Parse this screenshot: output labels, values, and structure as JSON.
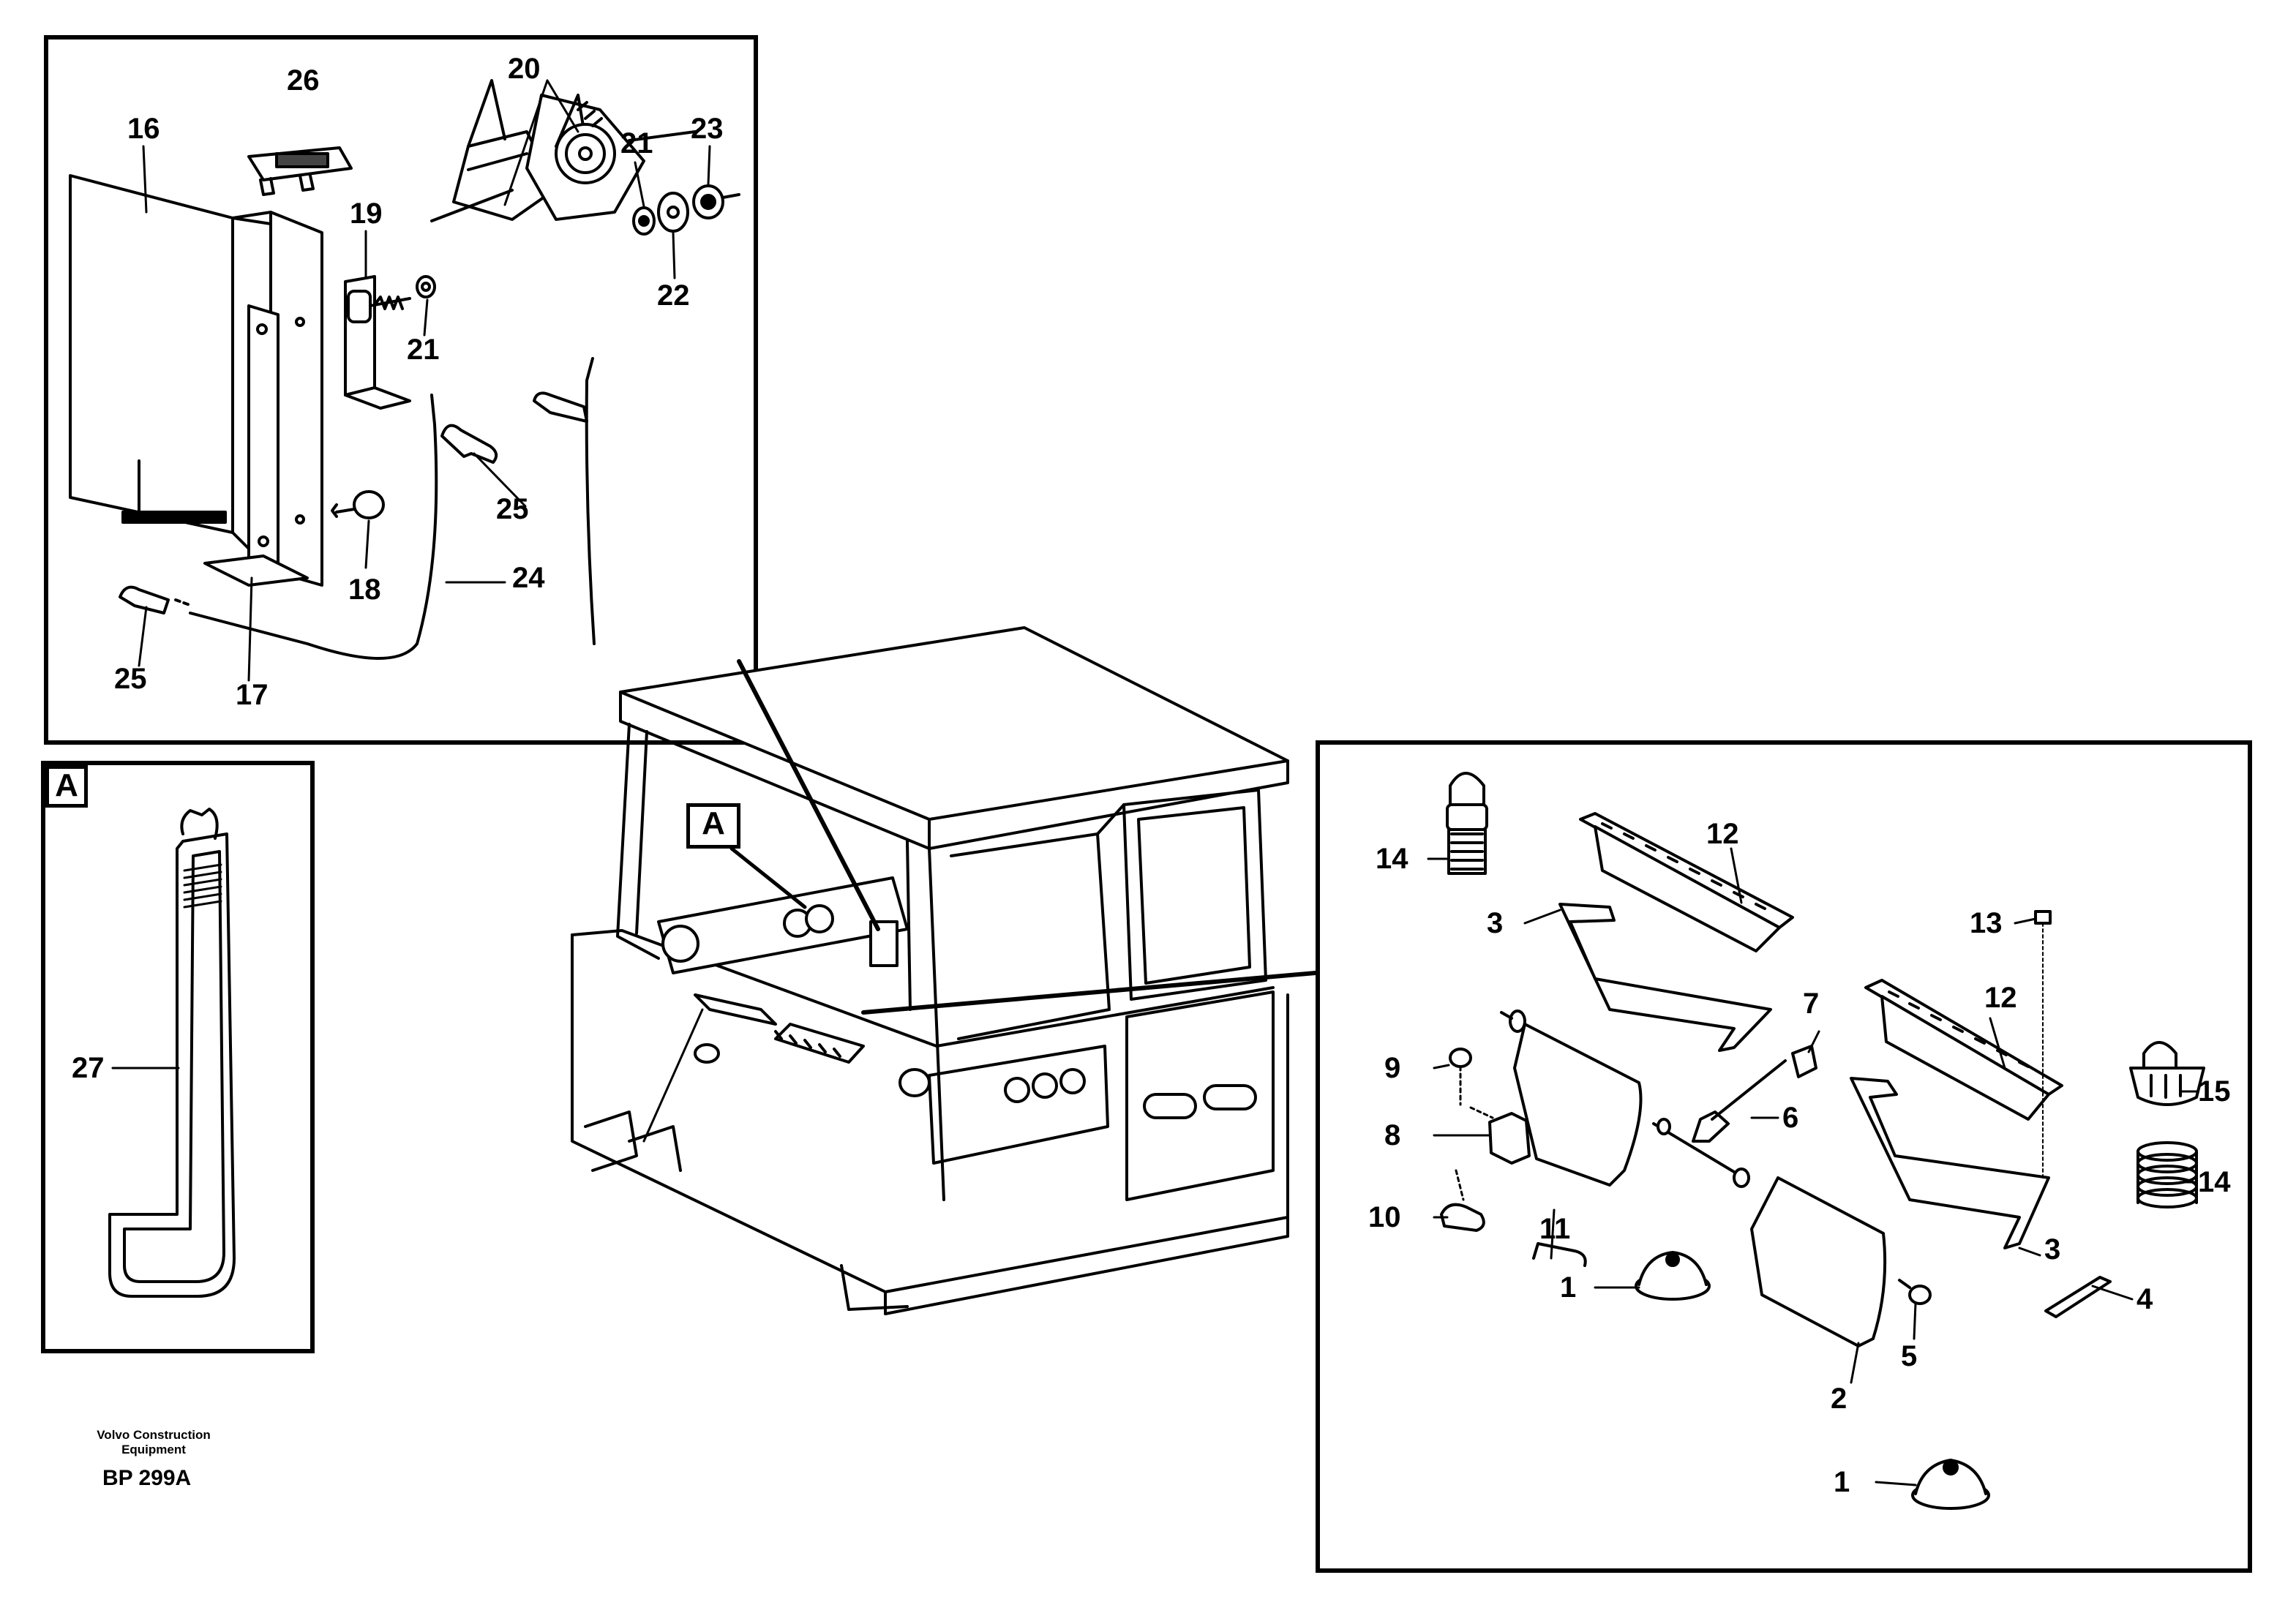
{
  "top_panel": {
    "callouts": {
      "c16": "16",
      "c26": "26",
      "c20": "20",
      "c19": "19",
      "c21a": "21",
      "c23": "23",
      "c21b": "21",
      "c22": "22",
      "c25a": "25",
      "c18": "18",
      "c24": "24",
      "c25b": "25",
      "c17": "17"
    }
  },
  "detail_a": {
    "label": "A",
    "callouts": {
      "c27": "27"
    }
  },
  "cab": {
    "view_label": "A"
  },
  "right_panel": {
    "callouts": {
      "c14a": "14",
      "c12a": "12",
      "c3a": "3",
      "c13": "13",
      "c12b": "12",
      "c7": "7",
      "c9": "9",
      "c15": "15",
      "c6": "6",
      "c8": "8",
      "c14b": "14",
      "c10": "10",
      "c11": "11",
      "c3b": "3",
      "c1a": "1",
      "c4": "4",
      "c5": "5",
      "c2": "2",
      "c1b": "1"
    }
  },
  "footer": {
    "company_line1": "Volvo Construction",
    "company_line2": "Equipment",
    "code": "BP 299A"
  }
}
